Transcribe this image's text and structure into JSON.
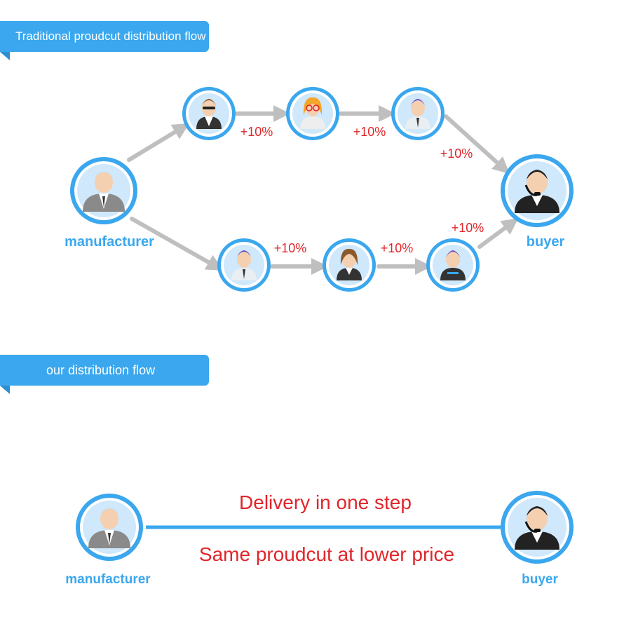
{
  "headers": {
    "traditional": "Traditional proudcut distribution flow",
    "ours": "our distribution flow"
  },
  "traditional_flow": {
    "source_label": "manufacturer",
    "target_label": "buyer",
    "markup": "+10%"
  },
  "our_flow": {
    "source_label": "manufacturer",
    "target_label": "buyer",
    "message_top": "Delivery in one step",
    "message_bottom": "Same proudcut at lower price"
  },
  "colors": {
    "accent": "#3aa7ee",
    "markup": "#e0262b",
    "arrow": "#bfbfbf",
    "connector": "#3aa7ee"
  }
}
